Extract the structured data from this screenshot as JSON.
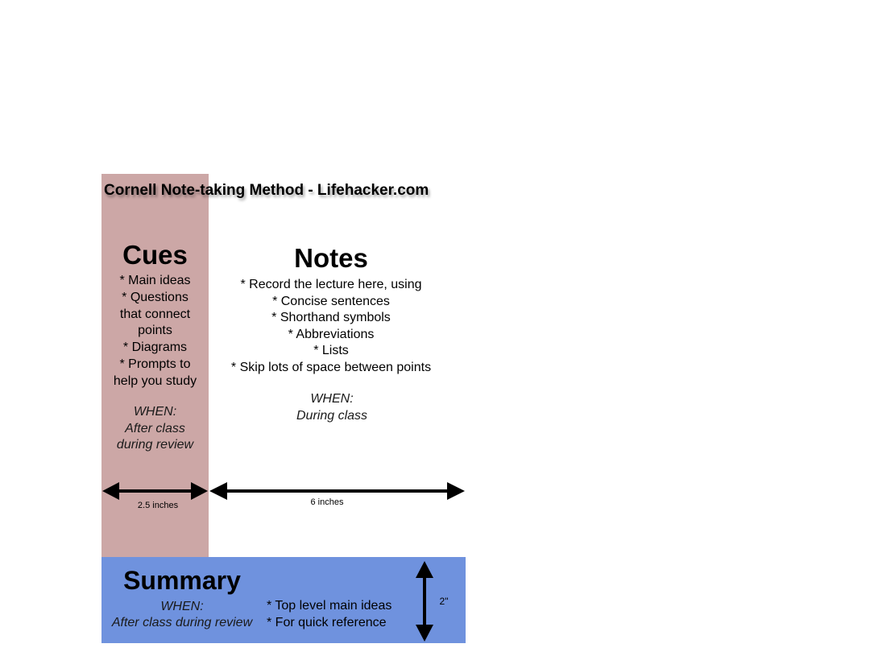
{
  "title": "Cornell Note-taking Method - Lifehacker.com",
  "cues": {
    "heading": "Cues",
    "items": [
      "* Main ideas",
      "* Questions\nthat connect\npoints",
      "* Diagrams",
      "* Prompts to\nhelp you study"
    ],
    "when_label": "WHEN:",
    "when_text": "After class\nduring review"
  },
  "notes": {
    "heading": "Notes",
    "items": [
      "* Record the lecture here, using",
      "* Concise sentences",
      "* Shorthand symbols",
      "* Abbreviations",
      "* Lists",
      "* Skip lots of space between points"
    ],
    "when_label": "WHEN:",
    "when_text": "During class"
  },
  "summary": {
    "heading": "Summary",
    "when_label": "WHEN:",
    "when_text": "After class during review",
    "items": [
      "* Top level main ideas",
      "* For quick reference"
    ]
  },
  "dimensions": {
    "cues_width": "2.5 inches",
    "notes_width": "6 inches",
    "summary_height": "2\""
  },
  "colors": {
    "cues_background": "#cca7a6",
    "summary_background": "#6f92de",
    "page_background": "#ffffff"
  }
}
